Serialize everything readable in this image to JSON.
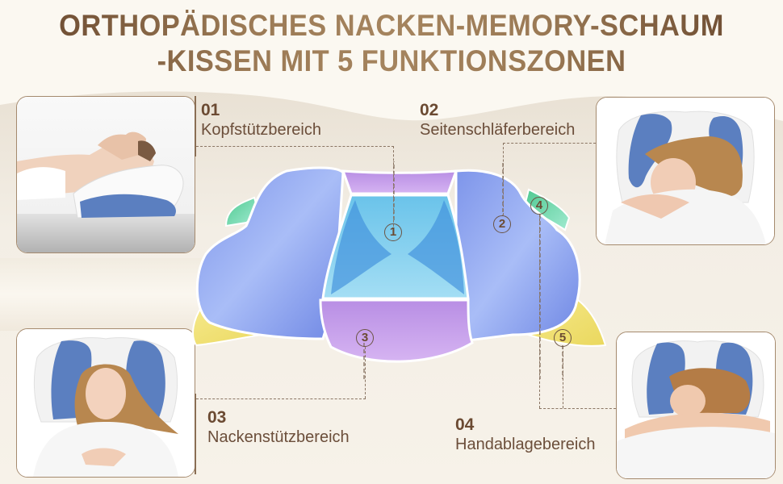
{
  "title": {
    "line1": "ORTHOPÄDISCHES NACKEN-MEMORY-SCHAUM",
    "line2": "-KISSEN MIT 5 FUNKTIONSZONEN"
  },
  "zones": [
    {
      "number": "01",
      "label": "Kopfstützbereich",
      "marker": "1"
    },
    {
      "number": "02",
      "label": "Seitenschläferbereich",
      "marker": "2"
    },
    {
      "number": "03",
      "label": "Nackenstützbereich",
      "marker": "3"
    },
    {
      "number": "04",
      "label": "Handablagebereich",
      "marker": "4"
    }
  ],
  "markers": [
    "1",
    "2",
    "3",
    "4",
    "5"
  ],
  "photos": [
    {
      "position": "top-left",
      "description": "woman sleeping on back, side view, head on contour pillow"
    },
    {
      "position": "top-right",
      "description": "woman side sleeping on pillow"
    },
    {
      "position": "bottom-left",
      "description": "woman sleeping on back, top view"
    },
    {
      "position": "bottom-right",
      "description": "woman sleeping on stomach with arm over pillow"
    }
  ],
  "colors": {
    "title_brown": "#8a6a4a",
    "label_brown": "#6b4a32",
    "frame_border": "#a58a6e",
    "background": "#fbf8f1",
    "zone_blue": "#8fa6ee",
    "zone_purple": "#c6a2ea",
    "zone_cyan": "#7fd0ec",
    "zone_green": "#6ed7a8",
    "zone_yellow": "#f2e27a",
    "pillow_cover_blue": "#5b7fc0"
  }
}
